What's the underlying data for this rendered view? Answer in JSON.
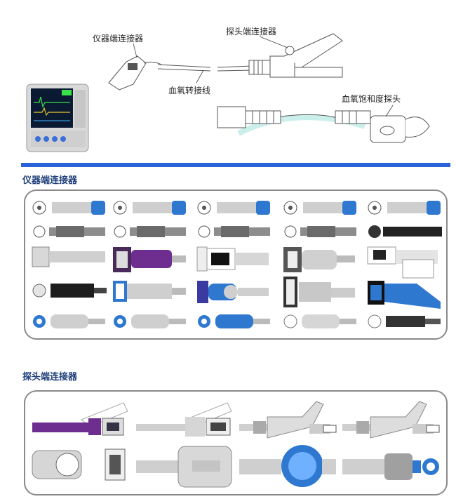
{
  "diagram": {
    "label_instrument_connector": "仪器端连接器",
    "label_probe_connector": "探头端连接器",
    "label_spo2_adapter_cable": "血氧转接线",
    "label_spo2_probe": "血氧饱和度探头"
  },
  "sections": {
    "instrument_title": "仪器端连接器",
    "probe_title": "探头端连接器"
  },
  "colors": {
    "accent_blue": "#2a63d8",
    "connector_blue": "#2f78d0",
    "purple": "#6d2e8f",
    "panel_border": "#8a8a8a"
  },
  "instrument_connectors": [
    "round-6pin-blue",
    "round-7pin-blue",
    "round-6pin-blue",
    "round-7pin-blue",
    "round-6pin-blue",
    "lemo-grey",
    "lemo-grey",
    "lemo-grey",
    "lemo-grey",
    "black-round",
    "flat-rect",
    "purple-db9",
    "white-rect",
    "db9-grey",
    "white-card",
    "black-round-long",
    "blue-rect",
    "blue-round-hook",
    "db-vertical",
    "blue-db-angle",
    "round-hook-blue",
    "round-hook-blue",
    "round-hook-blue",
    "round-hook-white",
    "round-dark"
  ],
  "probe_connectors": [
    "purple-clip",
    "grey-clip",
    "grey-clip-ribbed",
    "grey-clip-ribbed",
    "round-ring",
    "grey-flat-plug",
    "blue-round-socket",
    "blue-pin-socket"
  ]
}
